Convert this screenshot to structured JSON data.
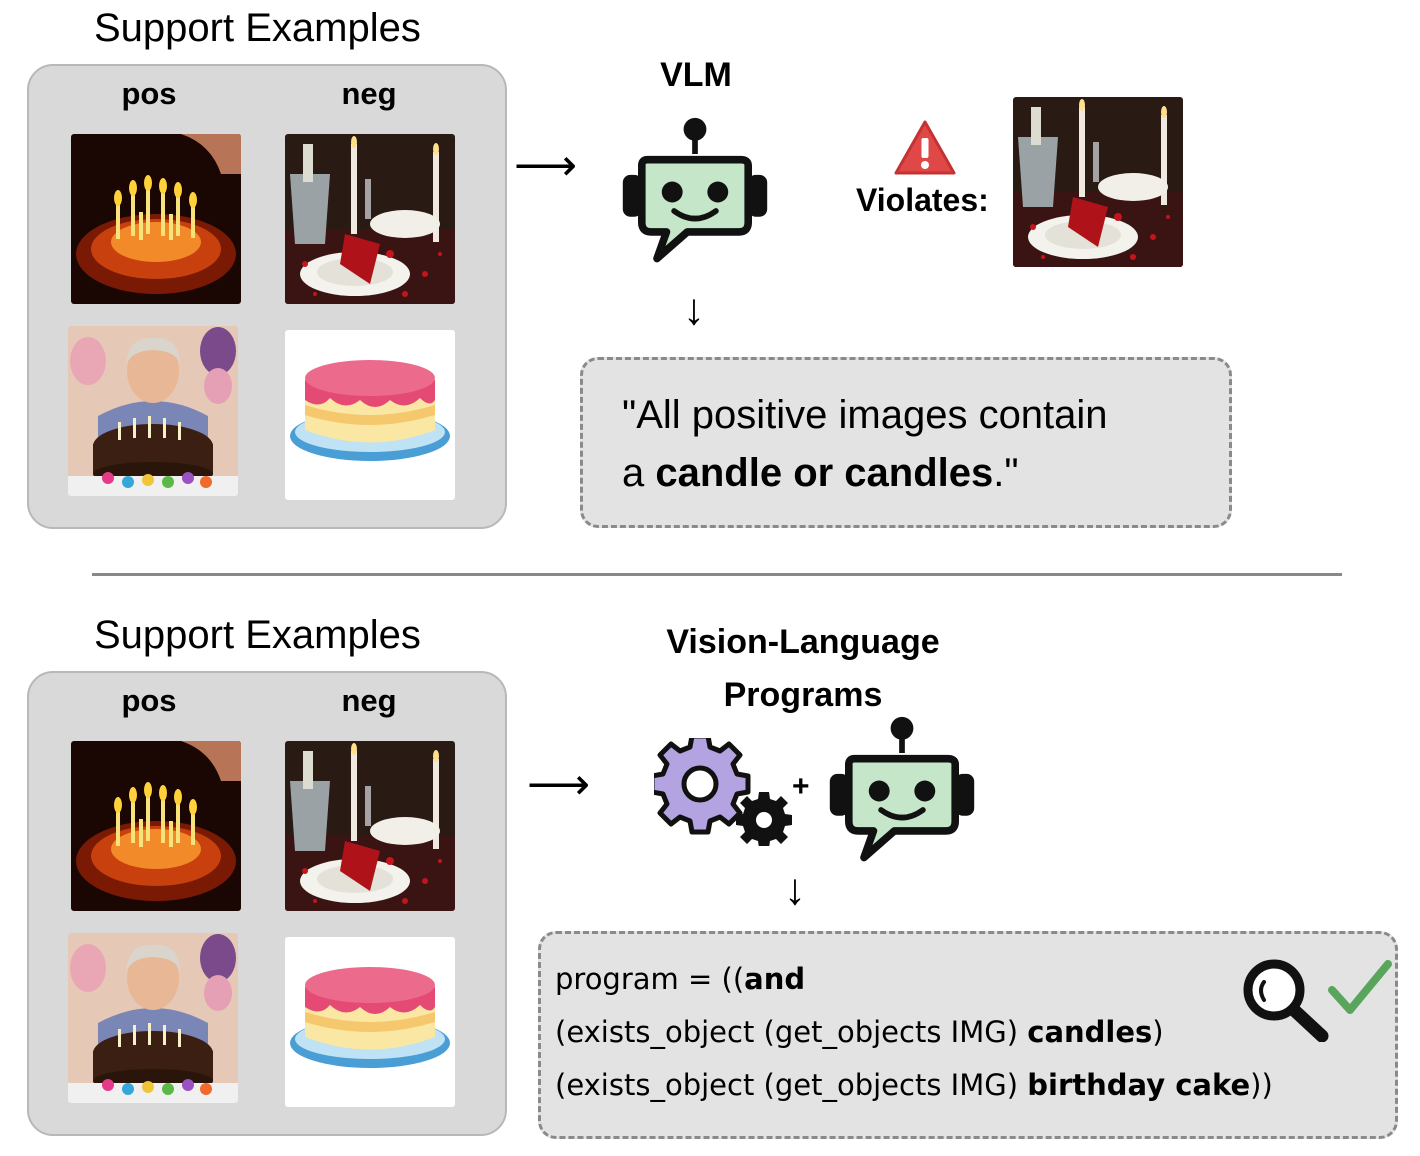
{
  "top": {
    "title": "Support Examples",
    "pos_label": "pos",
    "neg_label": "neg",
    "model_label": "VLM",
    "violates_label": "Violates:",
    "quote_part1": "\"All positive images contain",
    "quote_part2_prefix": "a ",
    "quote_part2_bold": "candle or candles",
    "quote_part2_suffix": ".\""
  },
  "bottom": {
    "title": "Support Examples",
    "pos_label": "pos",
    "neg_label": "neg",
    "model_label_line1": "Vision-Language",
    "model_label_line2": "Programs",
    "plus": "+",
    "program_line1_prefix": "program = ((",
    "program_line1_bold": "and",
    "program_line2_prefix": "(exists_object (get_objects IMG) ",
    "program_line2_bold": "candles",
    "program_line2_suffix": ")",
    "program_line3_prefix": "(exists_object (get_objects IMG) ",
    "program_line3_bold": "birthday cake",
    "program_line3_suffix": "))"
  },
  "icons": {
    "arrow_right": "⟶",
    "arrow_down": "↓",
    "robot": "robot-chat-icon",
    "warning": "warning-triangle-icon",
    "gears": "gears-icon",
    "magnifier": "magnifier-icon",
    "check": "check-icon"
  },
  "colors": {
    "panel": "#d9d9d9",
    "robot_face": "#c5e6c9",
    "warning": "#e04848",
    "gear": "#b3a3e0",
    "check": "#5aa55c"
  }
}
